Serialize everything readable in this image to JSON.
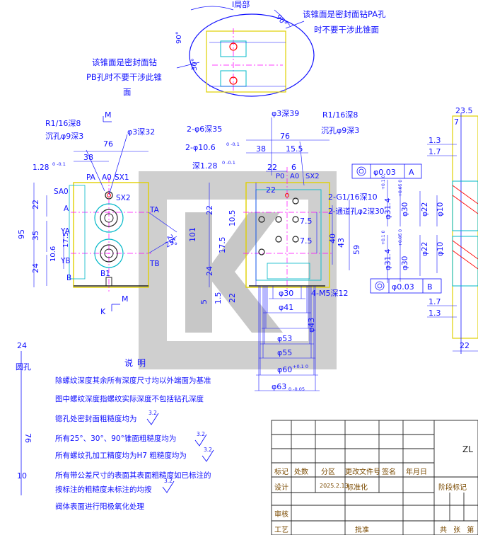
{
  "callouts": {
    "top_label": "I局部",
    "right_note_1": "该锥面是密封面钻PA孔",
    "right_note_2": "时不要干涉此锥面",
    "left_note_1": "该锥面是密封面钻",
    "left_note_2": "PB孔时不要干涉此锥",
    "left_note_3": "面",
    "angle_90a": "90°",
    "angle_90b": "90°",
    "angle_30": "30°"
  },
  "left_view": {
    "thread_r1": "R1/16深8",
    "counterbore": "沉孔φ9深3",
    "hole_3": "φ3深32",
    "section_m_top": "M",
    "section_m_bottom": "M",
    "section_k": "K",
    "dim_76": "76",
    "dim_38": "38",
    "dim_128": "1.28",
    "dim_128_tol": "0 -0.1",
    "label_pa": "PA",
    "label_a0": "A0",
    "label_sx1": "SX1",
    "label_sa0": "SA0",
    "label_sx2": "SX2",
    "label_a": "A",
    "label_ya": "YA",
    "label_ta": "TA",
    "label_yb": "YB",
    "label_b": "B",
    "label_tb": "TB",
    "label_b1": "B1",
    "dim_22": "22",
    "dim_35": "35",
    "dim_95": "95",
    "dim_24": "24",
    "dim_106": "10.6",
    "dim_175": "17.5",
    "angle_25a": "25°",
    "angle_25b": "25°"
  },
  "center_view": {
    "hole_3_39": "φ3深39",
    "hole_6": "2-φ6深35",
    "hole_106": "2-φ10.6",
    "hole_106_tol": "0 -0.1",
    "depth_128": "深1.28",
    "depth_128_tol": "0 -0.1",
    "thread_r1": "R1/16深8",
    "counterbore": "沉孔φ9深3",
    "dim_76": "76",
    "dim_38": "38",
    "dim_155": "15.5",
    "dim_22": "22",
    "dim_6": "6",
    "dim_22b": "22",
    "dim_75a": "7.5",
    "dim_75b": "7.5",
    "dim_105": "10.5",
    "dim_175": "17.5",
    "dim_101": "101",
    "dim_24": "24",
    "dim_5": "5",
    "dim_40": "40",
    "dim_43": "43",
    "dim_59": "59",
    "dim_15": "1.5",
    "dim_22c": "22",
    "label_p0": "P0",
    "label_a0": "A0",
    "label_sx2": "SX2",
    "thread_g1": "2-G1/16深10",
    "blind_hole": "2-通道孔φ2深30",
    "thread_m5": "4-M5深12",
    "dia_30": "φ30",
    "dia_41": "φ41",
    "dia_43": "φ43",
    "dia_53": "φ53",
    "dia_55": "φ55",
    "dia_60": "φ60",
    "dia_60_tol": "+0.1 0",
    "dia_63": "φ63",
    "dia_63_tol": "0 -0.05"
  },
  "right_view": {
    "runout_a": "φ0.03",
    "datum_a": "A",
    "runout_b": "φ0.03",
    "datum_b": "B",
    "dia_314a": "φ31.4",
    "dia_314a_tol": "+0.1 0",
    "dia_30a": "φ30",
    "dia_30a_tol": "+0.05 0",
    "dia_22a": "φ22",
    "dia_10a": "φ10",
    "dia_314b": "φ31.4",
    "dia_314b_tol": "+0.1 0",
    "dia_30b": "φ30",
    "dia_30b_tol": "+0.05 0",
    "dia_22b": "φ22",
    "dia_10b": "φ10",
    "dim_235": "23.5",
    "dim_7": "7",
    "dim_13a": "1.3",
    "dim_17a": "1.7",
    "dim_17b": "1.7",
    "dim_13b": "1.3",
    "dim_22": "22"
  },
  "left_edge": {
    "num_24": "24",
    "label_hole": "圆孔",
    "num_76": "76",
    "num_10": "10"
  },
  "notes": {
    "title": "说明",
    "lines": [
      "除螺纹深度其余所有深度尺寸均以外端面为基准",
      "图中螺纹深度指螺纹实际深度不包括钻孔深度",
      "锪孔处密封面粗糙度均为",
      "所有25°、30°、90°锥面粗糙度均为",
      "所有螺纹孔加工精度均为H7    粗糙度均为",
      "所有带公差尺寸的表面其表面粗糙度如已标注的",
      "按标注的粗糙度未标注的均按",
      "阀体表面进行阳极氧化处理"
    ],
    "roughness": "3.2"
  },
  "title_block": {
    "col_mark": "标记",
    "col_count": "处数",
    "col_zone": "分区",
    "col_doc": "更改文件号",
    "col_sign": "签名",
    "col_date": "年月日",
    "design": "设计",
    "date": "2025.2.13",
    "standard": "标准化",
    "stage": "阶段标记",
    "review": "审核",
    "process": "工艺",
    "approve": "批准",
    "common": "共 张 第",
    "drawing_no": "ZL"
  },
  "colors": {
    "outline": "#ffffff",
    "dimension": "#1010ff",
    "body_yellow": "#e0d000",
    "center_line": "#ff00ff",
    "hatch_cyan": "#00b8c8",
    "watermark": "#8c8c8c"
  }
}
